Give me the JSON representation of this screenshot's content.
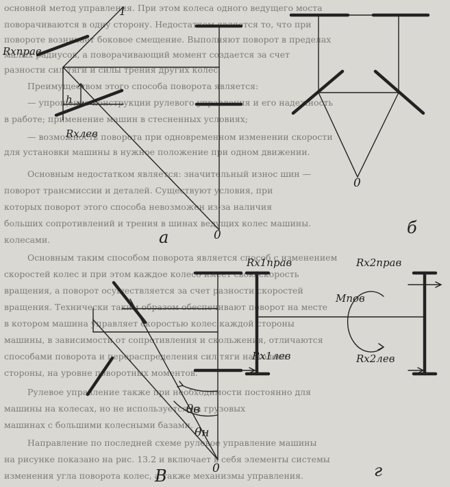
{
  "background_text": [
    "основной метод управления. При этом колеса одного ведущего моста",
    "поворачиваются в одну сторону. Недостатком является то, что при",
    "повороте возникает боковое смещение. Выполняют поворот в пределах",
    "малых радиусов, а поворачивающий момент создается за счет",
    "разности сил тяги и силы трения других колес.",
    "Преимуществом этого способа поворота является:",
    "— упрощение конструкции рулевого управления и его надежность",
    "в работе; применение машин в стесненных условиях;",
    "— возможность поворота при одновременном изменении скорости",
    "для установки машины в нужное положение при одном движении.",
    "Основным недостатком является: значительный износ шин —",
    "поворот трансмиссии и деталей. Существуют условия, при",
    "которых поворот этого способа невозможен из-за наличия",
    "больших сопротивлений и трения в шинах ведущих колес машины.",
    "колесами.",
    "Основным таким способом поворота является способ с изменением",
    "скоростей колес и при этом каждое колесо имеет свою скорость",
    "вращения, а поворот осуществляется за счет разности скоростей",
    "вращения. Технически таким образом обеспечивают поворот на месте",
    "в котором машина управляет скоростью колес каждой стороны",
    "машины, в зависимости от сопротивления и скольжения, отличаются",
    "способами поворота и перераспределения сил тяги на колеса",
    "стороны, на уровне поворотных моментов.",
    "Рулевое управление также при необходимости постоянно для",
    "машины на колесах, но не используется на грузовых",
    "машинах с большими колесными базами.",
    "Направление по последней схеме рулевое управление машины",
    "на рисунке показано на рис. 13.2 и включает в себя элементы системы",
    "изменения угла поворота колес, а также механизмы управления."
  ],
  "labels": {
    "a_one": "1",
    "a_rxprav": "Rхправ",
    "a_h": "h",
    "a_rxlev": "Rхлев",
    "a_o": "0",
    "a_letter": "а",
    "b_o": "0",
    "b_letter": "б",
    "v_theta_v": "θв",
    "v_theta_n": "θн",
    "v_o": "0",
    "v_letter": "В",
    "g_rx1prav": "Rх1прав",
    "g_rx2prav": "Rх2прав",
    "g_mpov": "Мпов",
    "g_rx1lev": "Rх1лев",
    "g_rx2lev": "Rх2лев",
    "g_letter": "г"
  }
}
